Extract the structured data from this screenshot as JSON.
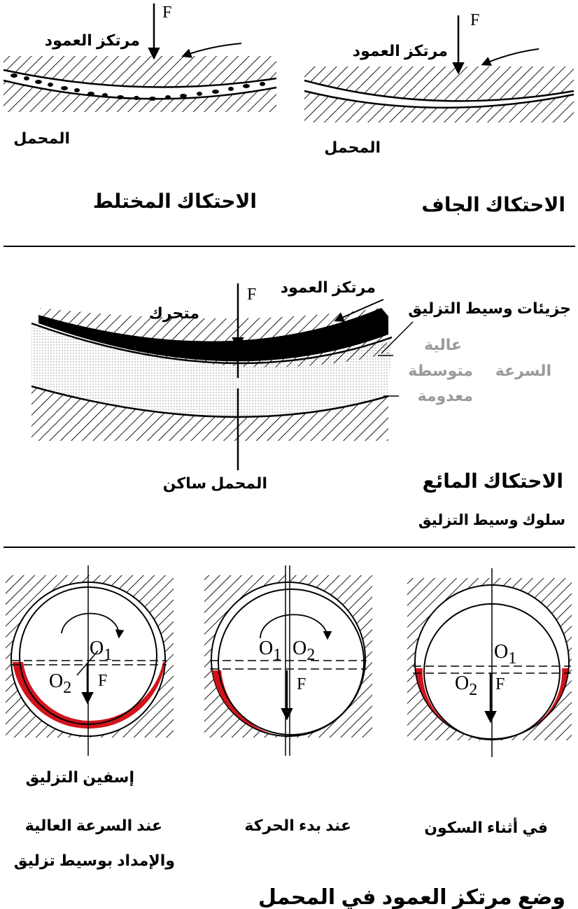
{
  "panel_dry": {
    "force_label": "F",
    "journal_label": "مرتكز العمود",
    "bearing_label": "المحمل",
    "title": "الاحتكاك الجاف"
  },
  "panel_mixed": {
    "force_label": "F",
    "journal_label": "مرتكز العمود",
    "bearing_label": "المحمل",
    "title": "الاحتكاك المختلط"
  },
  "panel_fluid": {
    "force_label": "F",
    "journal_label": "مرتكز العمود",
    "moving_label": "متحرك",
    "particles_label": "جزيئات وسيط التزليق",
    "speed_high": "عالية",
    "speed_label": "السرعة",
    "speed_medium": "متوسطة",
    "speed_zero": "معدومة",
    "bearing_label": "المحمل ساكن",
    "title": "الاحتكاك المائع",
    "subtitle": "سلوك وسيط التزليق"
  },
  "panel_positions": {
    "rest": {
      "o1": "O",
      "o1_sub": "1",
      "o2": "O",
      "o2_sub": "2",
      "force": "F",
      "caption": "في أثناء السكون"
    },
    "start": {
      "o1": "O",
      "o1_sub": "1",
      "o2": "O",
      "o2_sub": "2",
      "force": "F",
      "caption": "عند بدء الحركة"
    },
    "high": {
      "o1": "O",
      "o1_sub": "1",
      "o2": "O",
      "o2_sub": "2",
      "force": "F",
      "wedge_label": "إسفين التزليق",
      "caption_line1": "عند السرعة العالية",
      "caption_line2": "والإمداد بوسيط تزليق"
    },
    "title": "وضع مرتكز العمود في المحمل"
  },
  "colors": {
    "lubricant": "#d0141c",
    "speed_text": "#9a9a9a"
  }
}
